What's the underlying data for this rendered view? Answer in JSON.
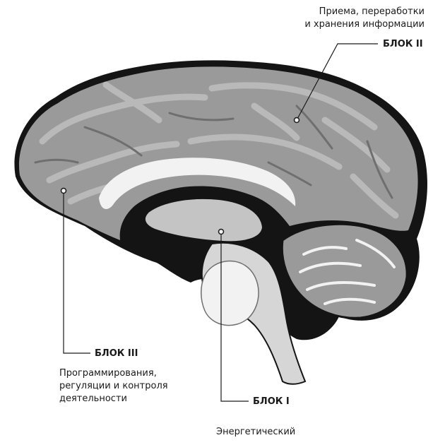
{
  "colors": {
    "outline": "#141414",
    "cortex": "#9a9a9a",
    "cortex_light": "#b9b9b9",
    "cortex_dark": "#6f6f6f",
    "white_matter": "#f2f2f2",
    "inner": "#c4c4c4",
    "brainstem": "#d6d6d6",
    "leader": "#1a1a1a"
  },
  "labels": {
    "block2": {
      "caption_line1": "Приема, переработки",
      "caption_line2": "и хранения информации",
      "title": "БЛОК II"
    },
    "block3": {
      "title": "БЛОК III",
      "caption_line1": "Программирования,",
      "caption_line2": "регуляции и контроля",
      "caption_line3": "деятельности"
    },
    "block1": {
      "title": "БЛОК I",
      "caption_line1": "Энергетический"
    }
  }
}
